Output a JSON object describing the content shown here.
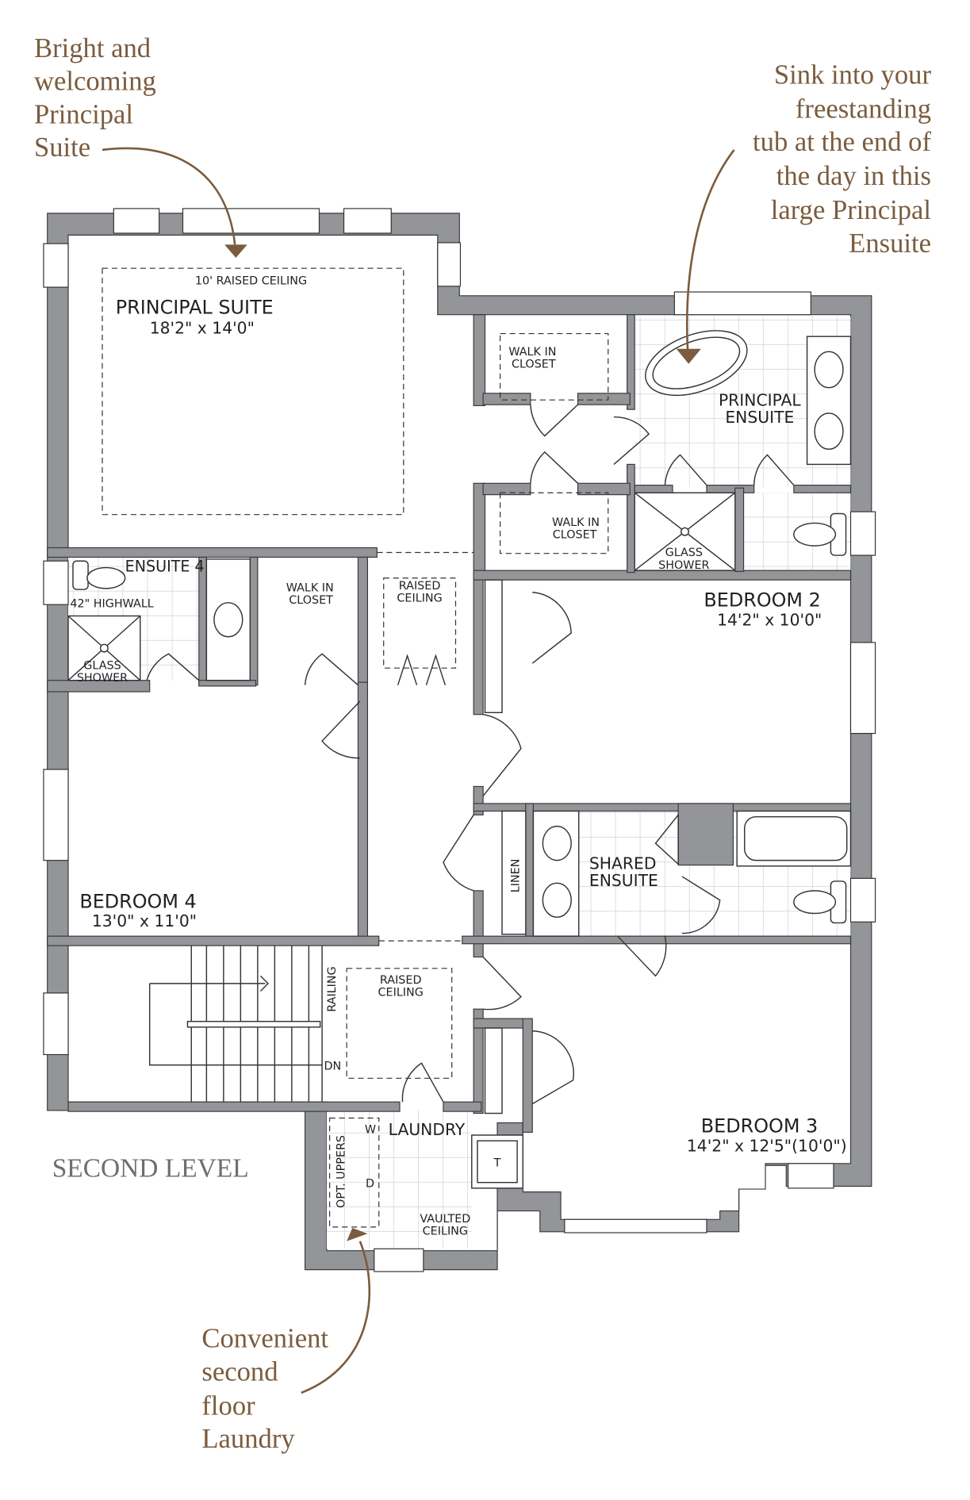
{
  "title": "SECOND LEVEL",
  "colors": {
    "wall": "#939598",
    "annotation": "#7b5c3e",
    "text": "#231f20"
  },
  "annotations": {
    "principal_suite": [
      "Bright and",
      "welcoming",
      "Principal",
      "Suite"
    ],
    "tub": [
      "Sink into your",
      "freestanding",
      "tub at the end of",
      "the day in this",
      "large Principal",
      "Ensuite"
    ],
    "laundry": [
      "Convenient",
      "second",
      "floor",
      "Laundry"
    ]
  },
  "rooms": {
    "principal_suite": {
      "name": "PRINCIPAL SUITE",
      "dims": "18'2\" x 14'0\"",
      "ceiling": "10' RAISED CEILING"
    },
    "principal_ensuite": {
      "name": [
        "PRINCIPAL",
        "ENSUITE"
      ]
    },
    "walk_in_closet_1": {
      "name": [
        "WALK IN",
        "CLOSET"
      ]
    },
    "walk_in_closet_2": {
      "name": [
        "WALK IN",
        "CLOSET"
      ]
    },
    "glass_shower_principal": {
      "name": [
        "GLASS",
        "SHOWER"
      ]
    },
    "ensuite_4": {
      "name": "ENSUITE 4",
      "note": "42\" HIGHWALL",
      "shower": [
        "GLASS",
        "SHOWER"
      ]
    },
    "walk_in_closet_3": {
      "name": [
        "WALK IN",
        "CLOSET"
      ]
    },
    "raised_ceiling_hall": [
      "RAISED",
      "CEILING"
    ],
    "bedroom_2": {
      "name": "BEDROOM 2",
      "dims": "14'2\" x 10'0\""
    },
    "linen": "LINEN",
    "shared_ensuite": {
      "name": [
        "SHARED",
        "ENSUITE"
      ]
    },
    "bedroom_4": {
      "name": "BEDROOM 4",
      "dims": "13'0\" x 11'0\""
    },
    "stairs": {
      "railing": "RAILING",
      "down": "DN"
    },
    "raised_ceiling_landing": [
      "RAISED",
      "CEILING"
    ],
    "laundry": {
      "name": "LAUNDRY",
      "washer": "W",
      "dryer": "D",
      "uppers": "OPT. UPPERS",
      "ceiling": [
        "VAULTED",
        "CEILING"
      ],
      "tub": "T"
    },
    "bedroom_3": {
      "name": "BEDROOM 3",
      "dims": "14'2\" x 12'5\"(10'0\")"
    }
  }
}
